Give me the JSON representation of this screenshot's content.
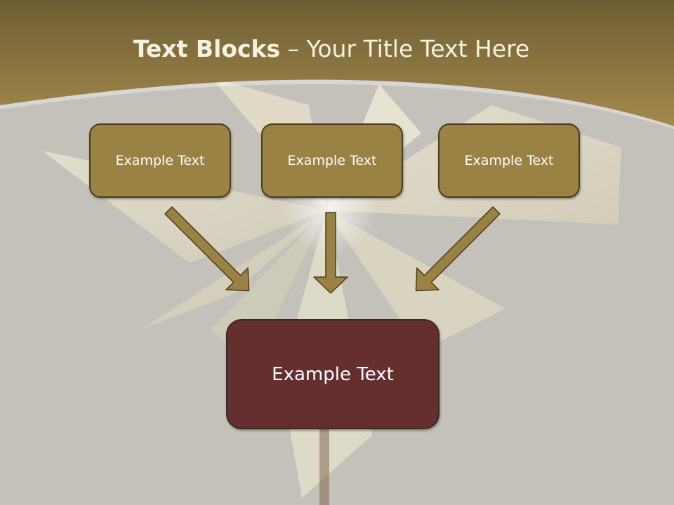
{
  "slide": {
    "title_bold": "Text Blocks",
    "title_rest": " – Your Title Text Here"
  },
  "diagram": {
    "top_boxes": [
      {
        "label": "Example Text"
      },
      {
        "label": "Example Text"
      },
      {
        "label": "Example Text"
      }
    ],
    "bottom_box": {
      "label": "Example Text"
    }
  },
  "colors": {
    "header_band": "#8e7a44",
    "background": "#c4c1bb",
    "top_box_fill": "#9a8144",
    "bottom_box_fill": "#652f30",
    "arrow_fill": "#9a8144",
    "arrow_stroke": "#4a3d1c",
    "title_text": "#f6f1e3"
  }
}
